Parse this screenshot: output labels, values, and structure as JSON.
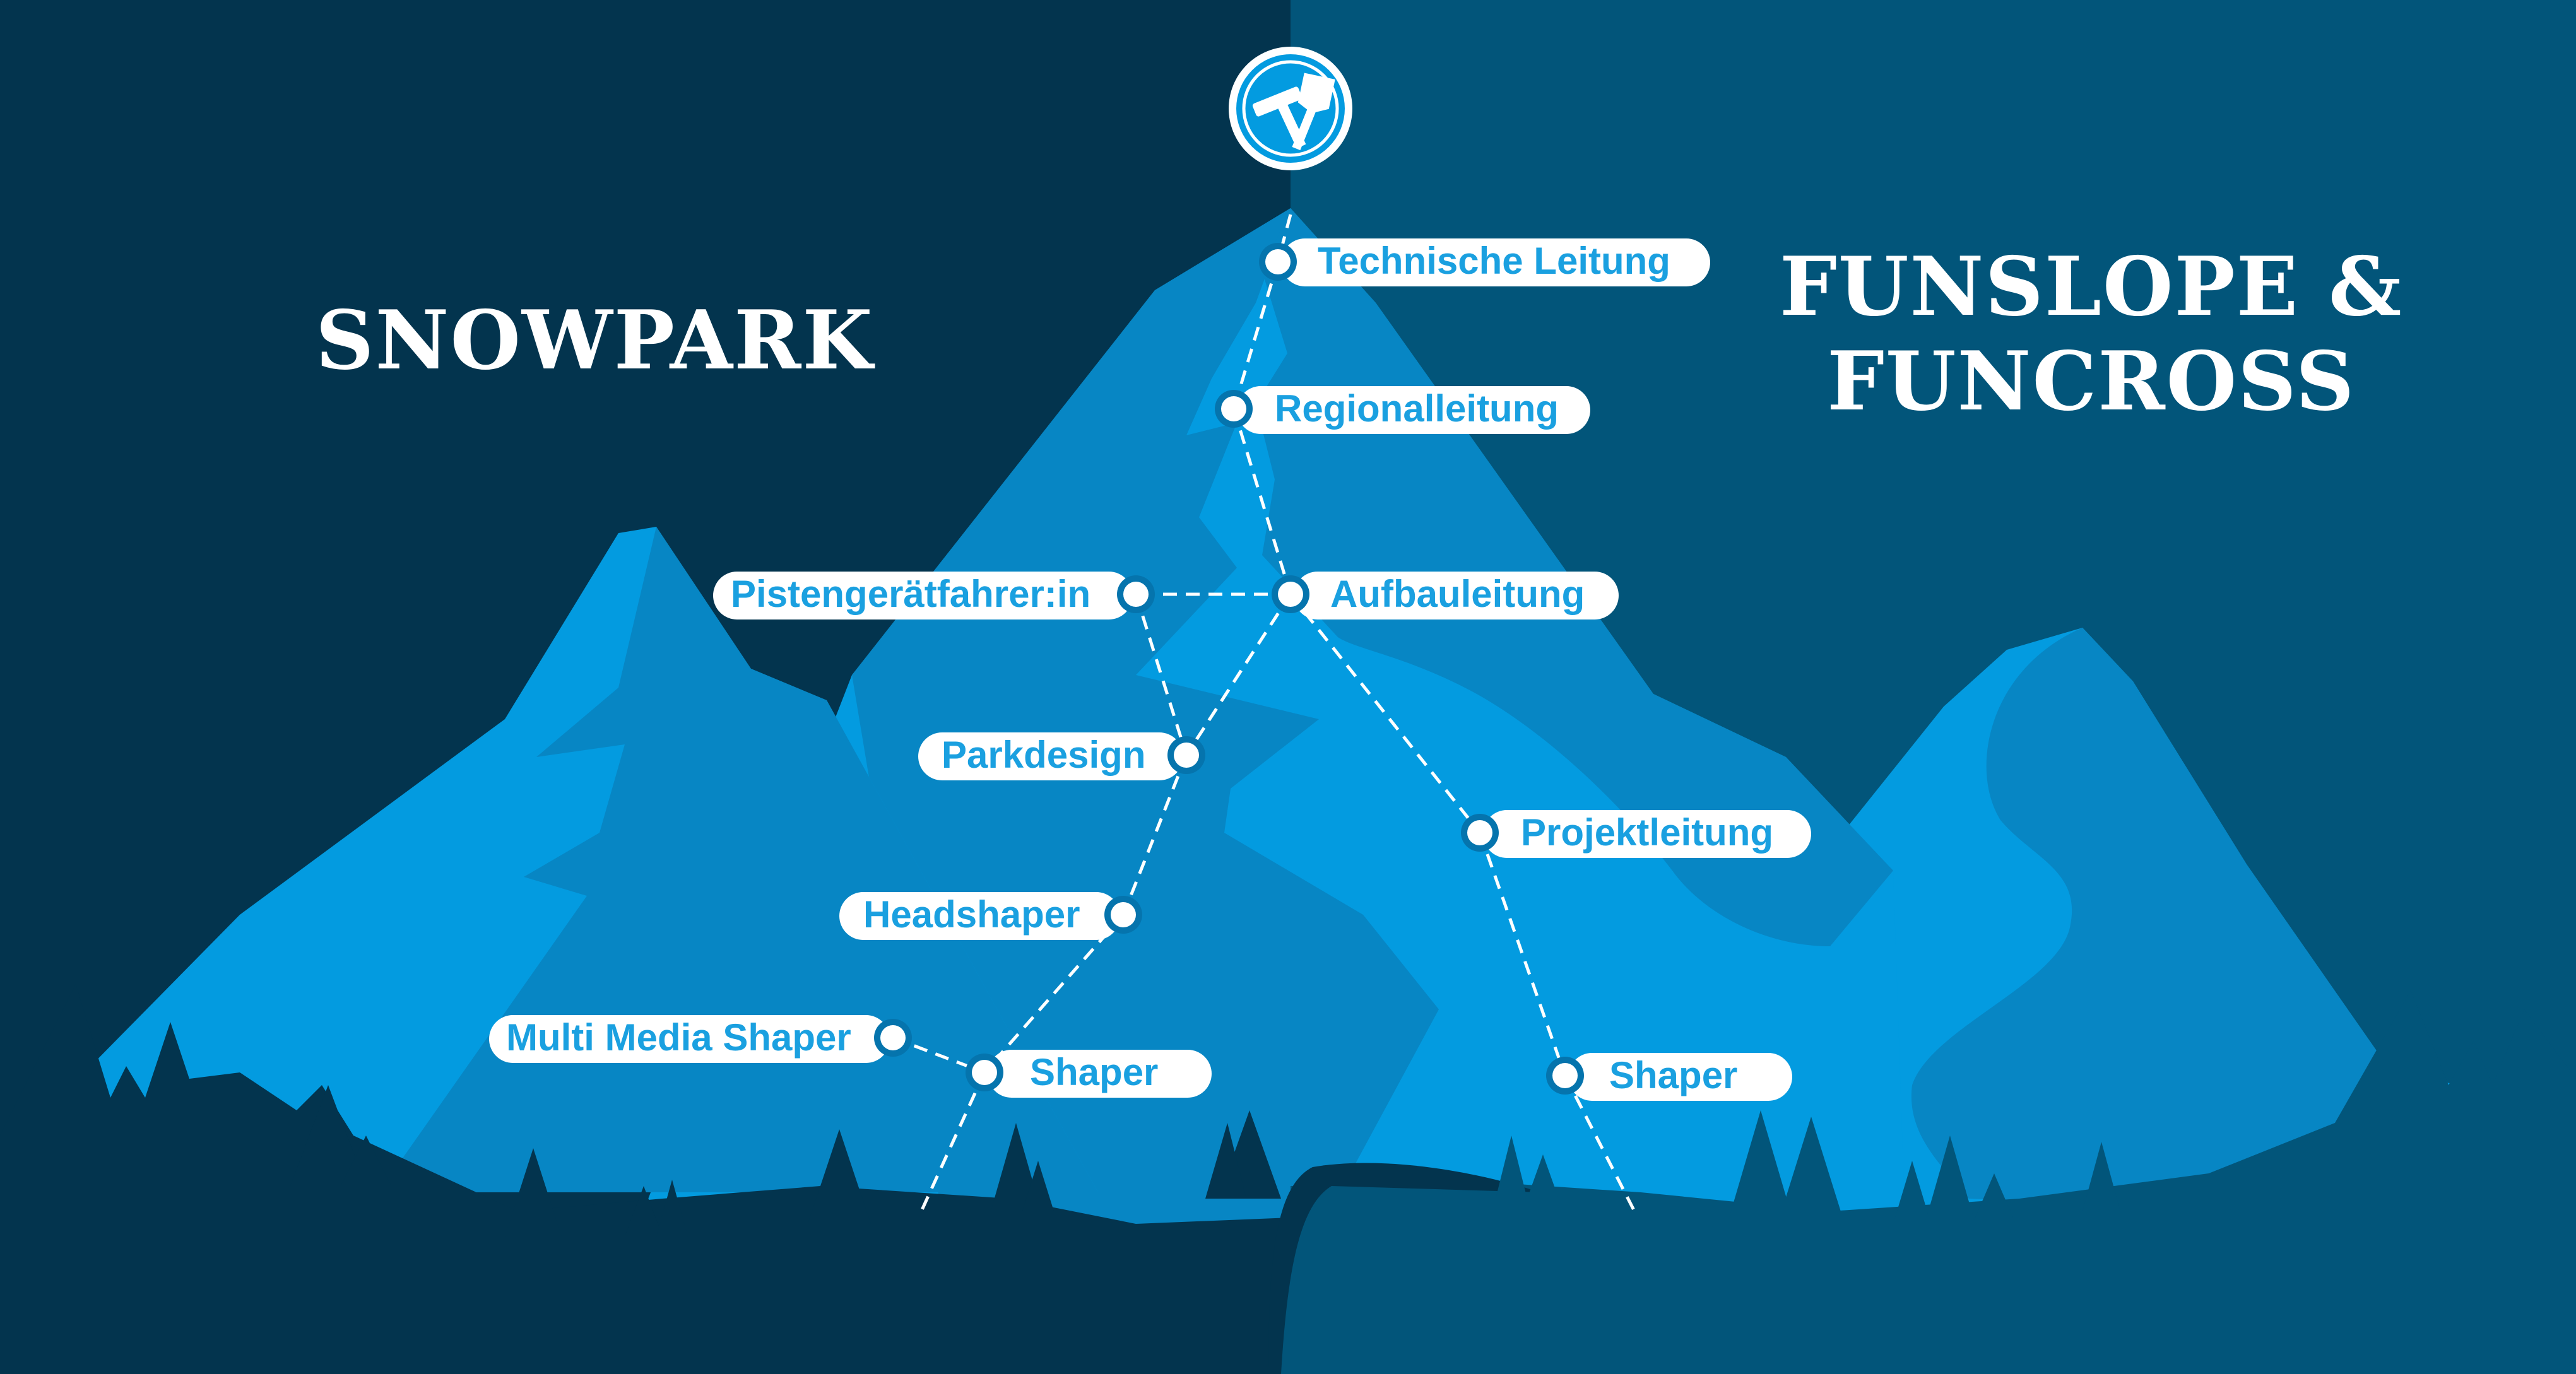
{
  "headings": {
    "left": "SNOWPARK",
    "right_line1": "FUNSLOPE &",
    "right_line2": "FUNCROSS"
  },
  "logo": {
    "icon": "crossed-shovel-icon"
  },
  "roles": {
    "technische_leitung": "Technische Leitung",
    "regionalleitung": "Regionalleitung",
    "aufbauleitung": "Aufbauleitung",
    "pistengeraetfahrer": "Pistengerätfahrer:in",
    "parkdesign": "Parkdesign",
    "headshaper": "Headshaper",
    "multi_media_shaper": "Multi Media Shaper",
    "shaper_left": "Shaper",
    "projektleitung": "Projektleitung",
    "shaper_right": "Shaper"
  },
  "colors": {
    "bg_left": "#03344e",
    "bg_right": "#02557a",
    "mountain_light": "#039be0",
    "mountain_mid": "#0786c4",
    "label_text": "#1aa0e0",
    "node_ring": "#0574ad"
  }
}
